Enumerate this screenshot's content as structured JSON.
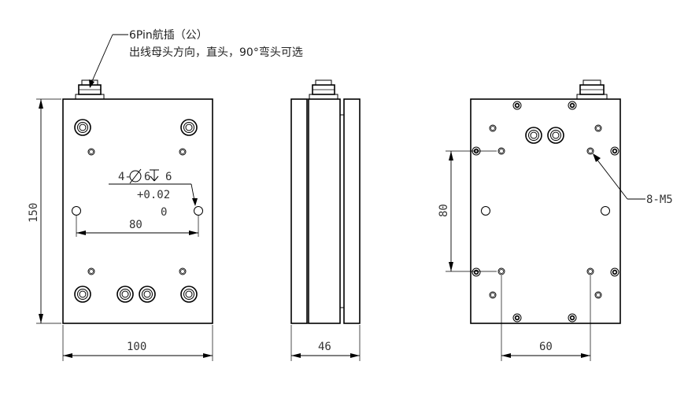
{
  "connector_note": {
    "line1": "6Pin航插（公）",
    "line2": "出线母头方向，直头，90°弯头可选"
  },
  "front_view": {
    "height_dim": "150",
    "width_dim": "100",
    "hole_spacing_dim": "80",
    "hole_callout": {
      "count_prefix": "4-",
      "dia": "6",
      "depth": "6",
      "tol_upper": "+0.02",
      "tol_lower": "0"
    }
  },
  "side_view": {
    "thickness_dim": "46"
  },
  "back_view": {
    "vertical_dim": "80",
    "horizontal_dim": "60",
    "thread_callout": "8-M5"
  }
}
